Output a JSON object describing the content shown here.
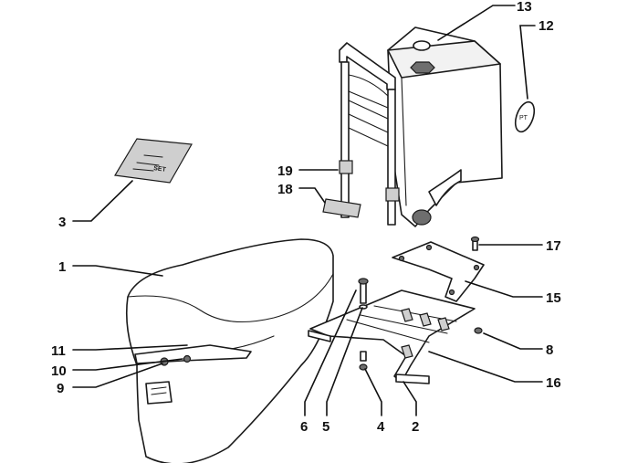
{
  "callouts": [
    {
      "id": "1",
      "text": "1"
    },
    {
      "id": "2",
      "text": "2"
    },
    {
      "id": "3",
      "text": "3"
    },
    {
      "id": "4",
      "text": "4"
    },
    {
      "id": "5",
      "text": "5"
    },
    {
      "id": "6",
      "text": "6"
    },
    {
      "id": "8",
      "text": "8"
    },
    {
      "id": "9",
      "text": "9"
    },
    {
      "id": "10",
      "text": "10"
    },
    {
      "id": "11",
      "text": "11"
    },
    {
      "id": "12",
      "text": "12"
    },
    {
      "id": "13",
      "text": "13"
    },
    {
      "id": "15",
      "text": "15"
    },
    {
      "id": "16",
      "text": "16"
    },
    {
      "id": "17",
      "text": "17"
    },
    {
      "id": "18",
      "text": "18"
    },
    {
      "id": "19",
      "text": "19"
    }
  ],
  "stickers": {
    "manual_card": "SET",
    "oval_label": "PT"
  }
}
